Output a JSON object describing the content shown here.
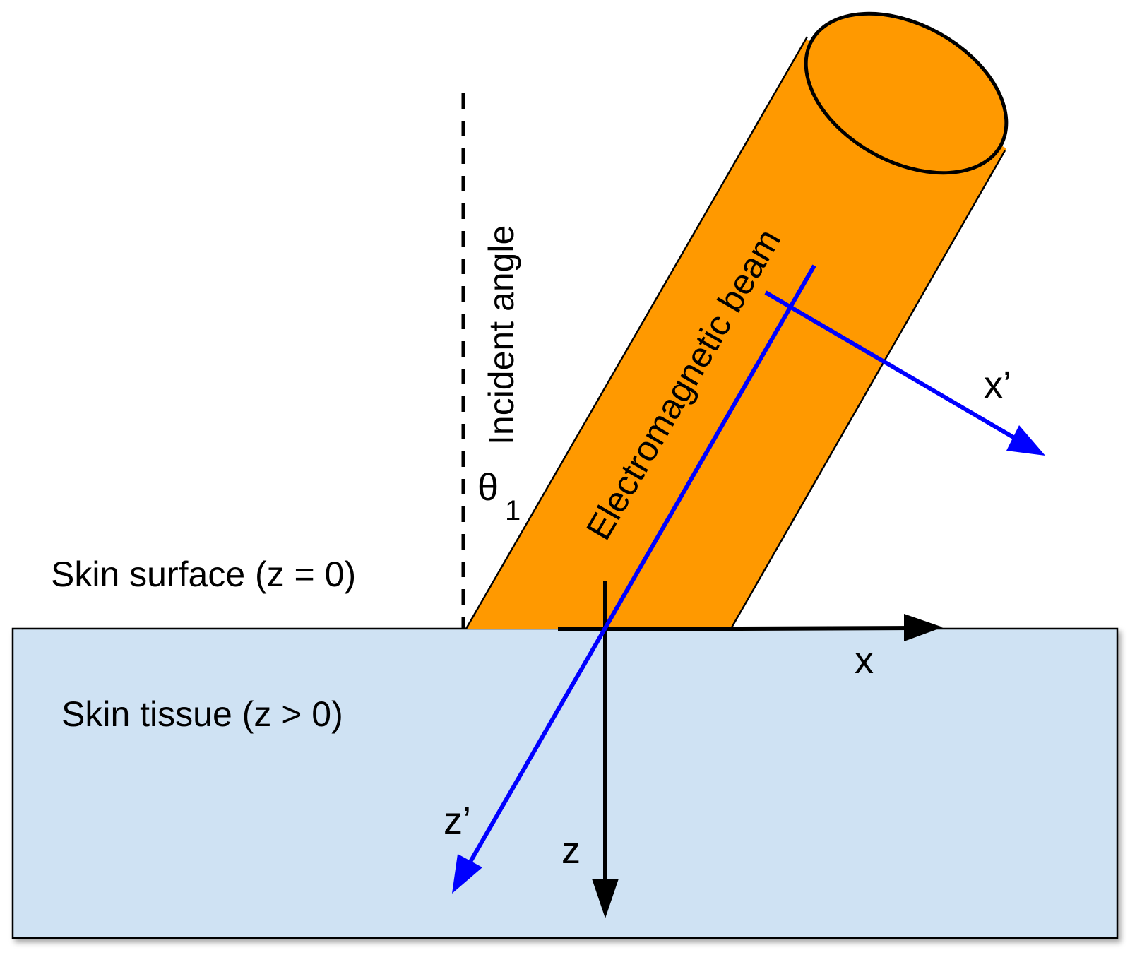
{
  "diagram": {
    "title": "Electromagnetic beam incident on skin",
    "labels": {
      "beam": "Electromagnetic beam",
      "incident_angle": "Incident angle",
      "theta_symbol": "θ",
      "theta_subscript": "1",
      "skin_surface": "Skin surface (z = 0)",
      "skin_tissue": "Skin tissue (z > 0)",
      "axis_x": "x",
      "axis_z": "z",
      "axis_x_prime": "x’",
      "axis_z_prime": "z’"
    },
    "colors": {
      "beam_fill": "#ff9900",
      "skin_fill": "#cfe2f3",
      "beam_axes": "#0000ff",
      "surface_axes": "#000000",
      "outline": "#000000"
    },
    "nodes": [
      {
        "id": "beam",
        "label": "Electromagnetic beam",
        "shape": "cylinder"
      },
      {
        "id": "skin",
        "label": "Skin tissue (z > 0)",
        "shape": "rectangle"
      }
    ],
    "edges": [
      {
        "from": "origin",
        "to": "x",
        "label": "x",
        "color": "black"
      },
      {
        "from": "origin",
        "to": "z",
        "label": "z",
        "color": "black"
      },
      {
        "from": "beam-origin",
        "to": "x-prime",
        "label": "x’",
        "color": "blue"
      },
      {
        "from": "beam-origin",
        "to": "z-prime",
        "label": "z’",
        "color": "blue"
      }
    ]
  }
}
